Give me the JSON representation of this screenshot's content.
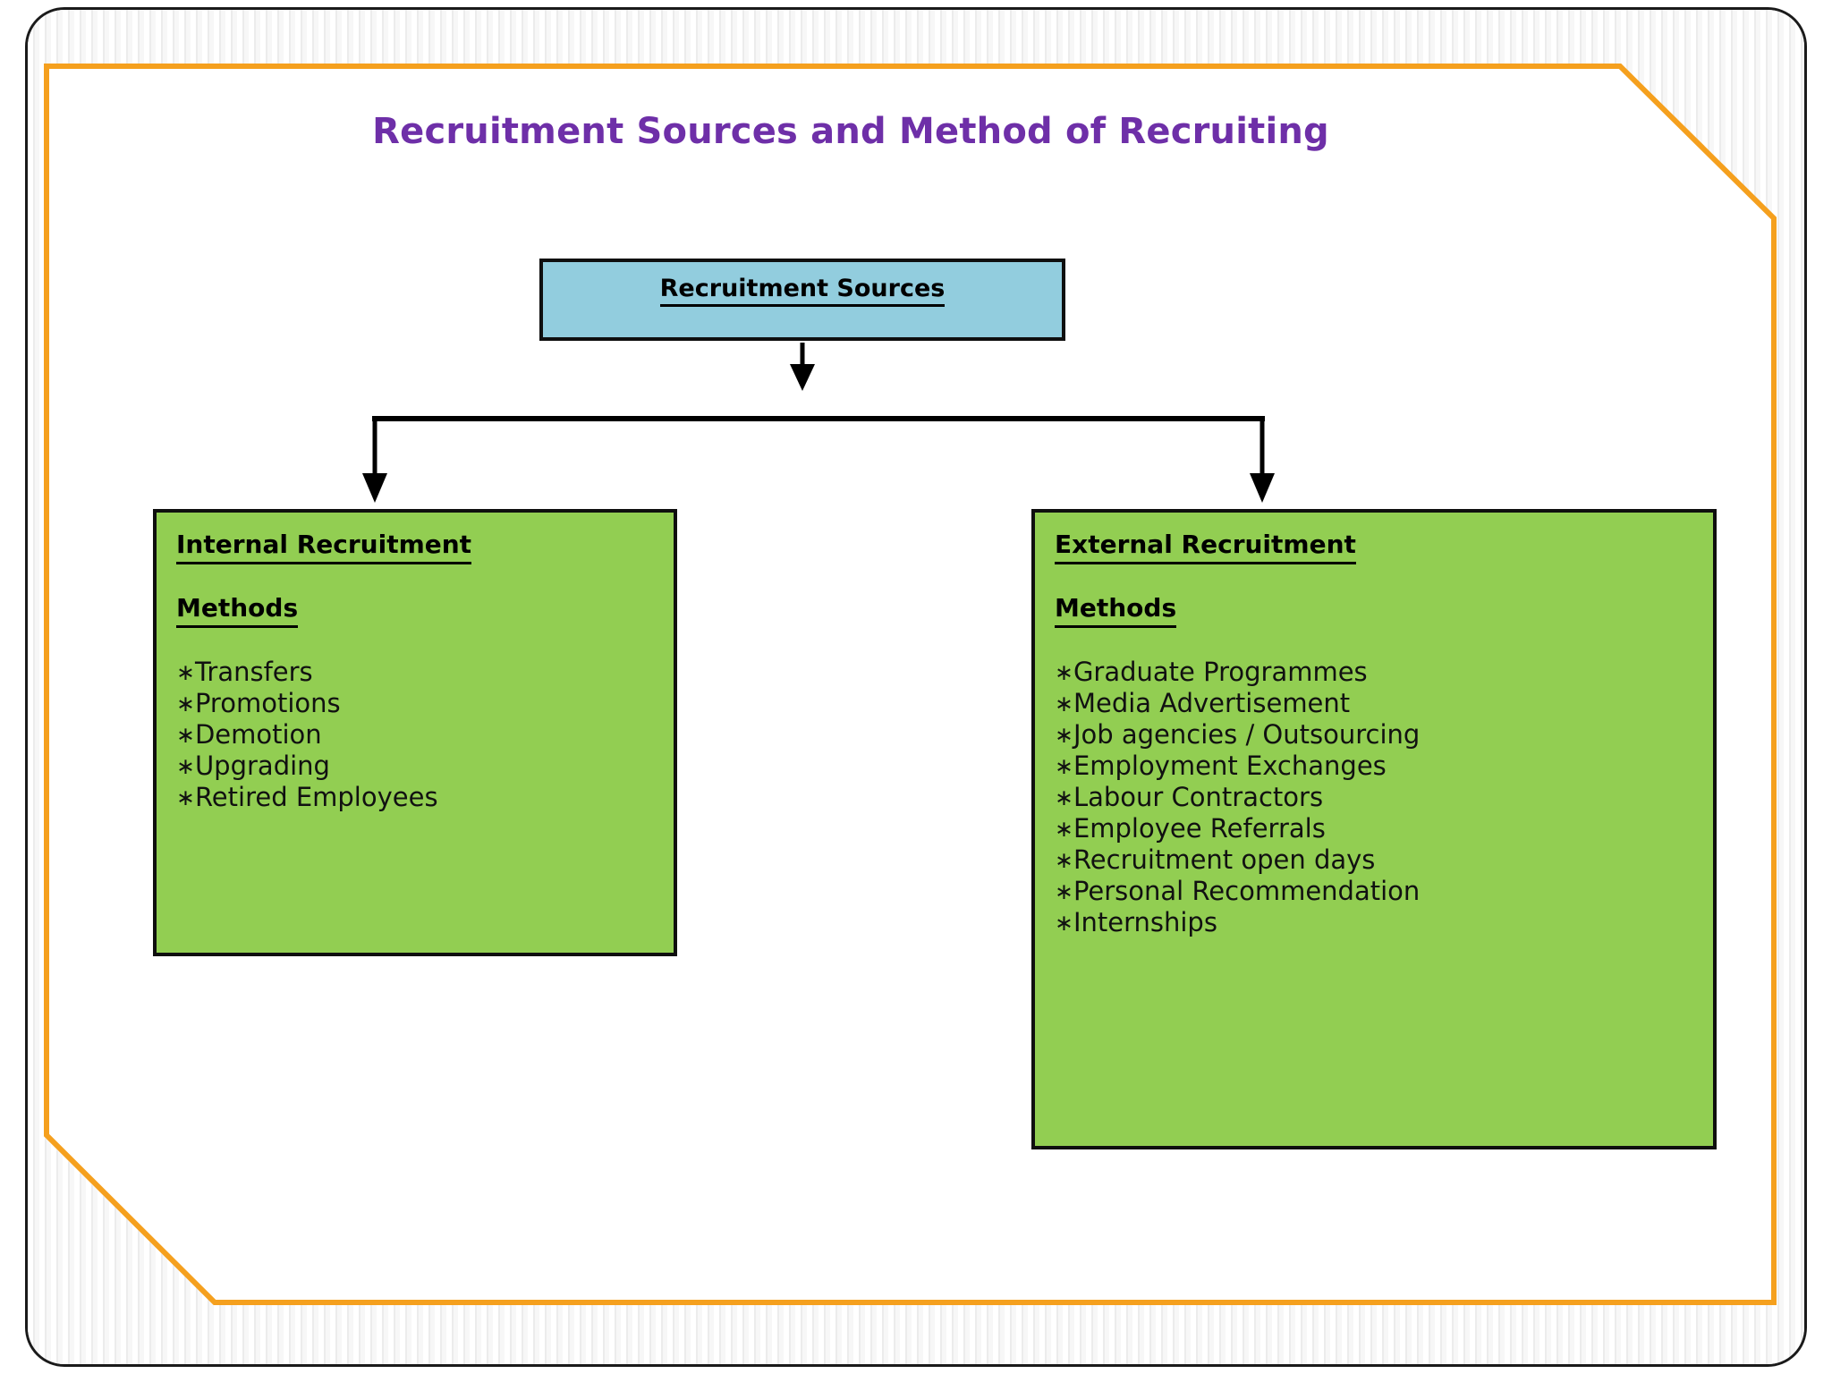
{
  "slide": {
    "title": "Recruitment Sources and Method of Recruiting",
    "title_color": "#6E2FA8",
    "frame_color": "#F5A01E",
    "border_color": "#1a1a1a",
    "background_color": "#ffffff"
  },
  "diagram": {
    "root": {
      "label": "Recruitment Sources",
      "fill_color": "#92CDDE",
      "border_color": "#0f0f0f"
    },
    "branches": [
      {
        "title": "Internal Recruitment",
        "subtitle": "Methods",
        "fill_color": "#92CE52",
        "border_color": "#0f0f0f",
        "bullet": "∗",
        "items": [
          "Transfers",
          "Promotions",
          "Demotion",
          "Upgrading",
          "Retired Employees"
        ]
      },
      {
        "title": "External Recruitment",
        "subtitle": "Methods",
        "fill_color": "#92CE52",
        "border_color": "#0f0f0f",
        "bullet": "∗",
        "items": [
          "Graduate Programmes",
          "Media Advertisement",
          "Job agencies / Outsourcing",
          "Employment Exchanges",
          "Labour Contractors",
          "Employee Referrals",
          "Recruitment open days",
          "Personal Recommendation",
          "Internships"
        ]
      }
    ]
  }
}
